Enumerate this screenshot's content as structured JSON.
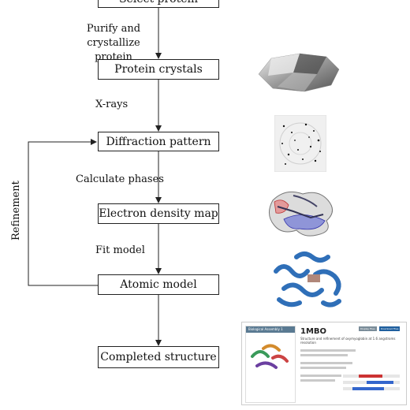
{
  "boxes": {
    "top": "Select protein",
    "crystals": "Protein crystals",
    "diffraction": "Diffraction pattern",
    "density": "Electron density map",
    "atomic": "Atomic model",
    "completed": "Completed structure"
  },
  "edge_labels": {
    "purify": "Purify and crystallize protein",
    "xrays": "X-rays",
    "phases": "Calculate phases",
    "fit": "Fit model",
    "refinement": "Refinement"
  },
  "thumb_pdb": {
    "id": "1MBO",
    "viewer_label": "Biological Assembly 1",
    "subtitle": "Structure and refinement of oxymyoglobin at 1.6 angstroms resolution",
    "download_label": "Download Files",
    "display_label": "Display Files"
  },
  "colors": {
    "line": "#222222",
    "pdb_header": "#5a7a92",
    "pdb_button": "#1f5f9e",
    "protein_blue": "#2f6fb8"
  }
}
